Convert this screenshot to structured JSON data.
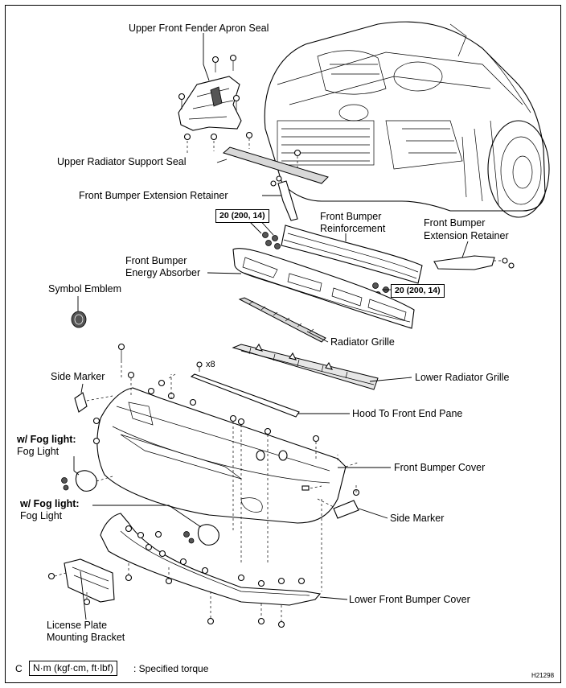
{
  "labels": {
    "upper_fender_apron_seal": "Upper Front Fender Apron Seal",
    "upper_radiator_support_seal": "Upper Radiator Support Seal",
    "extension_retainer_left": "Front Bumper Extension Retainer",
    "reinforcement_line1": "Front Bumper",
    "reinforcement_line2": "Reinforcement",
    "extension_retainer_right_line1": "Front Bumper",
    "extension_retainer_right_line2": "Extension Retainer",
    "energy_absorber_line1": "Front Bumper",
    "energy_absorber_line2": "Energy Absorber",
    "symbol_emblem": "Symbol Emblem",
    "radiator_grille": "Radiator Grille",
    "lower_radiator_grille": "Lower Radiator Grille",
    "side_marker_left": "Side Marker",
    "hood_to_front_end_pane": "Hood To Front End Pane",
    "fog_light_1_condition": "w/ Fog light:",
    "fog_light_1_name": "Fog Light",
    "front_bumper_cover": "Front Bumper Cover",
    "fog_light_2_condition": "w/ Fog light:",
    "fog_light_2_name": "Fog Light",
    "side_marker_right": "Side Marker",
    "lower_front_bumper_cover": "Lower Front Bumper Cover",
    "license_line1": "License Plate",
    "license_line2": "Mounting Bracket"
  },
  "torque": {
    "top": "20 (200, 14)",
    "right": "20 (200, 14)"
  },
  "quantity": "x8",
  "legend": {
    "letter": "C",
    "units_box": "N·m (kgf·cm, ft·lbf)",
    "description": ": Specified torque"
  },
  "figure_code": "H21298"
}
